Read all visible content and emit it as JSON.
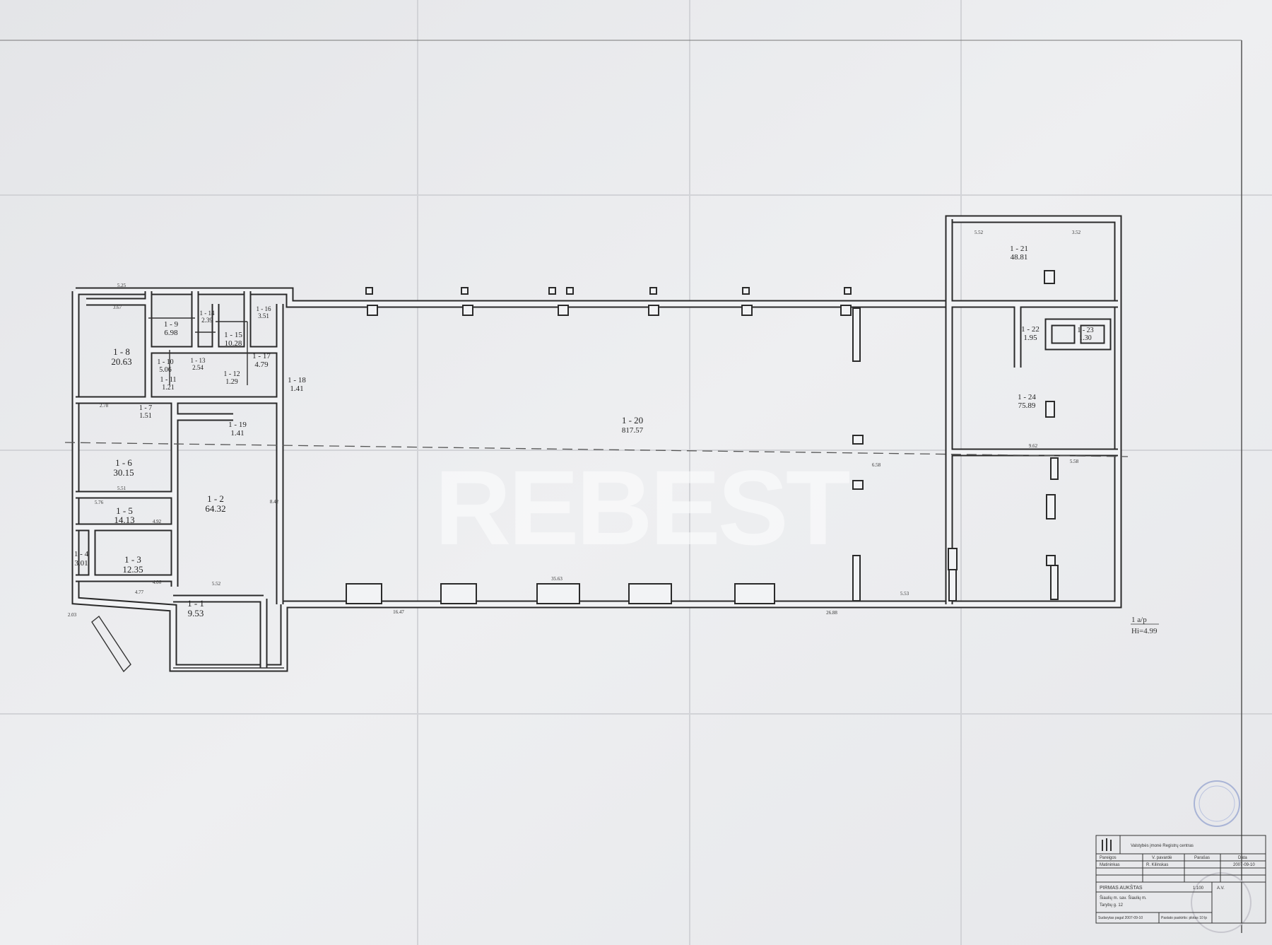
{
  "plan": {
    "watermark": "REBEST",
    "floor_note_top": "1 a/p",
    "floor_note_bottom": "Hi=4.99",
    "rooms": [
      {
        "id": "1 - 1",
        "area": "9.53"
      },
      {
        "id": "1 - 2",
        "area": "64.32"
      },
      {
        "id": "1 - 3",
        "area": "12.35"
      },
      {
        "id": "1 - 4",
        "area": "3.01"
      },
      {
        "id": "1 - 5",
        "area": "14.13"
      },
      {
        "id": "1 - 6",
        "area": "30.15"
      },
      {
        "id": "1 - 7",
        "area": "1.51"
      },
      {
        "id": "1 - 8",
        "area": "20.63"
      },
      {
        "id": "1 - 9",
        "area": "6.98"
      },
      {
        "id": "1 - 10",
        "area": "5.06"
      },
      {
        "id": "1 - 11",
        "area": "1.21"
      },
      {
        "id": "1 - 12",
        "area": "1.29"
      },
      {
        "id": "1 - 13",
        "area": "2.54"
      },
      {
        "id": "1 - 14",
        "area": "2.39"
      },
      {
        "id": "1 - 15",
        "area": "10.28"
      },
      {
        "id": "1 - 16",
        "area": "3.51"
      },
      {
        "id": "1 - 17",
        "area": "4.79"
      },
      {
        "id": "1 - 18",
        "area": "1.41"
      },
      {
        "id": "1 - 19",
        "area": "1.41"
      },
      {
        "id": "1 - 20",
        "area": "817.57"
      },
      {
        "id": "1 - 21",
        "area": "48.81"
      },
      {
        "id": "1 - 22",
        "area": "1.95"
      },
      {
        "id": "1 - 23",
        "area": "1.30"
      },
      {
        "id": "1 - 24",
        "area": "75.89"
      }
    ],
    "dimensions": [
      "5.25",
      "3.67",
      "2.78",
      "5.51",
      "5.76",
      "4.92",
      "4.06",
      "4.77",
      "5.52",
      "16.47",
      "35.63",
      "26.88",
      "5.53",
      "5.52",
      "3.52",
      "9.62",
      "5.58",
      "6.58",
      "8.42",
      "2.03"
    ]
  },
  "title_block": {
    "header": "Valstybės įmonė Registrų centras",
    "col_headers": [
      "Pareigos",
      "V. pavardė",
      "Parašas",
      "Data"
    ],
    "row1": [
      "Matininkas",
      "R. Kilinskas",
      "",
      "2007-09-10"
    ],
    "sheet_title": "PIRMAS AUKŠTAS",
    "scale": "1:100",
    "stamp_label": "A.V.",
    "address_line1": "Šiaulių m. sav. Šiaulių m.",
    "address_line2": "Tarybų g. 12",
    "footer_left": "Sudarytas pagal 2007-09-10",
    "footer_right": "Pastato paskirtis: plotas 10 lp"
  }
}
